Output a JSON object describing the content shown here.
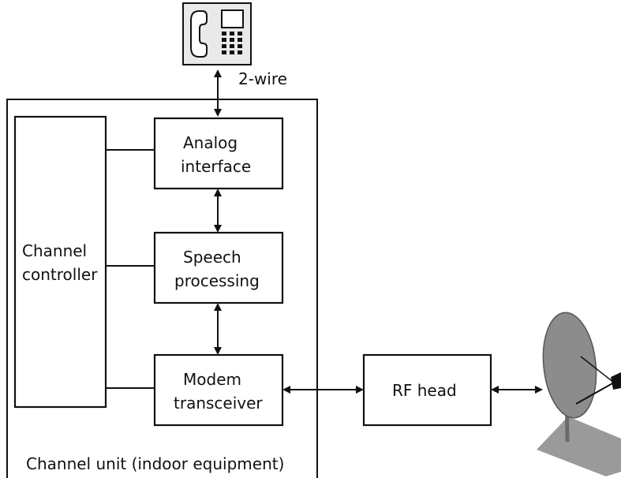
{
  "phone_link_label": "2-wire",
  "blocks": {
    "channel_controller": {
      "line1": "Channel",
      "line2": "controller"
    },
    "analog_interface": {
      "line1": "Analog",
      "line2": "interface"
    },
    "speech_processing": {
      "line1": "Speech",
      "line2": "processing"
    },
    "modem_transceiver": {
      "line1": "Modem",
      "line2": "transceiver"
    },
    "rf_head": {
      "label": "RF head"
    }
  },
  "enclosure_label": "Channel unit (indoor equipment)",
  "icons": {
    "telephone": "telephone-icon",
    "antenna": "satellite-dish-icon"
  },
  "colors": {
    "line": "#111111",
    "dish": "#8c8c8c",
    "dish_base": "#9a9a9a",
    "phone_panel": "#e9e9e9"
  }
}
